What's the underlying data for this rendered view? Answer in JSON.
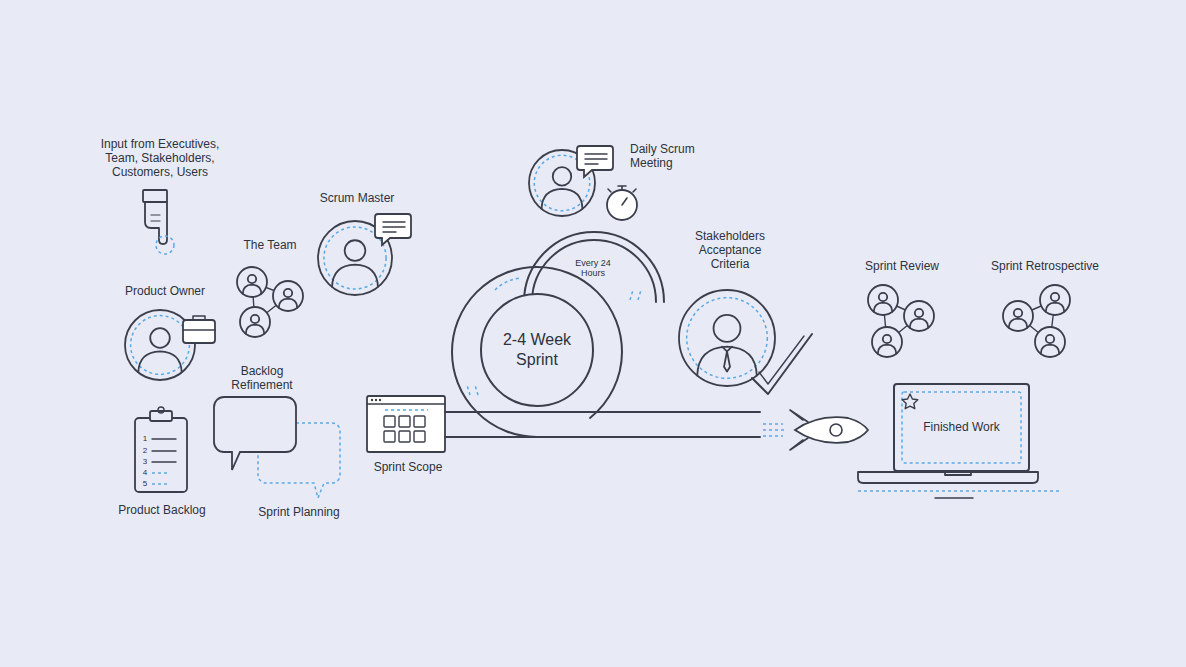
{
  "diagram": {
    "nodes": [
      {
        "text": [
          "2-4 Week Sprint"
        ]
      },
      {
        "text": [
          "Finished Work"
        ]
      }
    ],
    "labels": [
      "Input from Executives, Team, Stakeholders, Customers, Users",
      "Scrum Master",
      "The Team",
      "Product Owner",
      "Backlog Refinement",
      "Product Backlog",
      "Sprint Planning",
      "Sprint Scope",
      "Daily Scrum Meeting",
      "Every 24 Hours",
      "Stakeholders Acceptance Criteria",
      "Sprint Review",
      "Sprint Retrospective",
      "1",
      "2",
      "3",
      "4",
      "5"
    ]
  }
}
